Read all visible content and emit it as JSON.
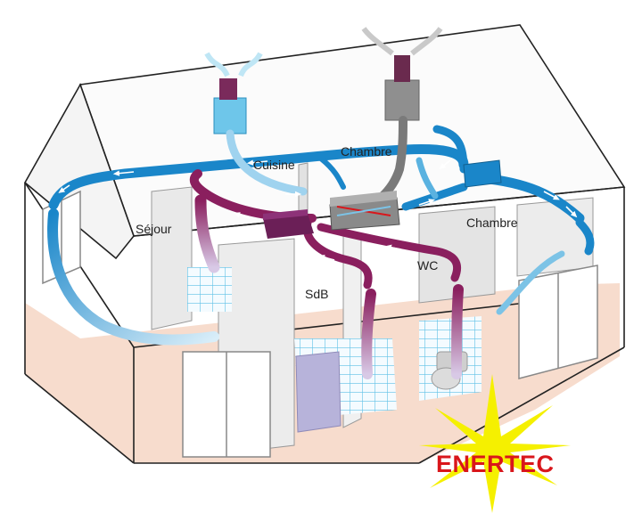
{
  "diagram": {
    "rooms": {
      "sejour": "Séjour",
      "cuisine": "Cuisine",
      "chambre_upper": "Chambre",
      "chambre_right": "Chambre",
      "sdb": "SdB",
      "wc": "WC"
    },
    "colors": {
      "fresh_air": "#1a86c9",
      "fresh_air_light": "#9fd3ef",
      "extract_air": "#8a1f5e",
      "extract_air_light": "#b98fc4",
      "floor": "#f7dccd",
      "tile": "#cfeaf7",
      "sun": "#f5f000",
      "brand": "#d9161b"
    },
    "icons": [
      "fresh-air-intake-icon",
      "exhaust-outlet-icon",
      "heat-exchanger-icon",
      "sun-icon"
    ]
  },
  "logo": {
    "text": "ENERTEC"
  }
}
